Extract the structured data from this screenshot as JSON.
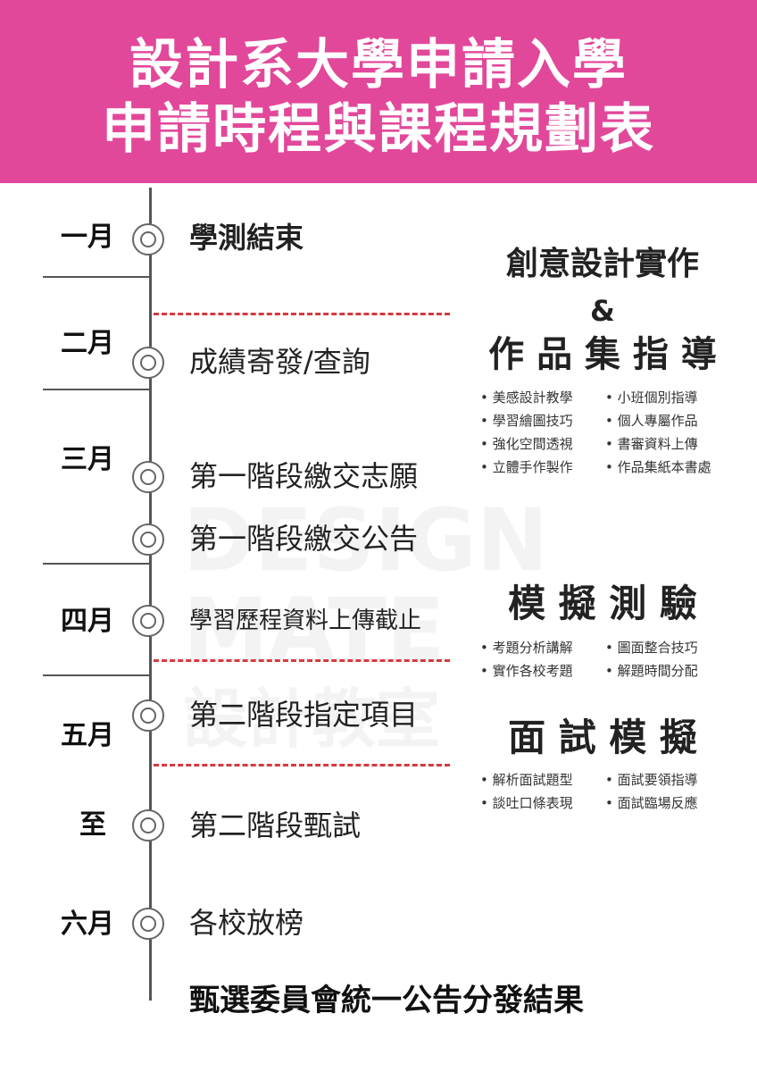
{
  "header": {
    "title_line1": "設計系大學申請入學",
    "title_line2": "申請時程與課程規劃表",
    "bg_color": "#e2489a"
  },
  "watermark": {
    "line1": "DESIGN",
    "line2": "MATE",
    "line3": "設計教室"
  },
  "timeline": {
    "months": [
      "一月",
      "二月",
      "三月",
      "四月",
      "五月",
      "至",
      "六月"
    ],
    "events": [
      "學測結束",
      "成績寄發/查詢",
      "第一階段繳交志願",
      "第一階段繳交公告",
      "學習歷程資料上傳截止",
      "第二階段指定項目",
      "第二階段甄試",
      "各校放榜"
    ],
    "final": "甄選委員會統一公告分發結果",
    "line_color": "#555555",
    "dash_color": "#d6393f"
  },
  "courses": [
    {
      "title": "創意設計實作",
      "amp": "&",
      "subtitle": "作 品 集 指 導",
      "bullets": [
        "美感設計教學",
        "小班個別指導",
        "學習繪圖技巧",
        "個人專屬作品",
        "強化空間透視",
        "書審資料上傳",
        "立體手作製作",
        "作品集紙本書處"
      ]
    },
    {
      "title": "模 擬 測 驗",
      "bullets": [
        "考題分析講解",
        "圖面整合技巧",
        "實作各校考題",
        "解題時間分配"
      ]
    },
    {
      "title": "面 試 模 擬",
      "bullets": [
        "解析面試題型",
        "面試要領指導",
        "談吐口條表現",
        "面試臨場反應"
      ]
    }
  ]
}
